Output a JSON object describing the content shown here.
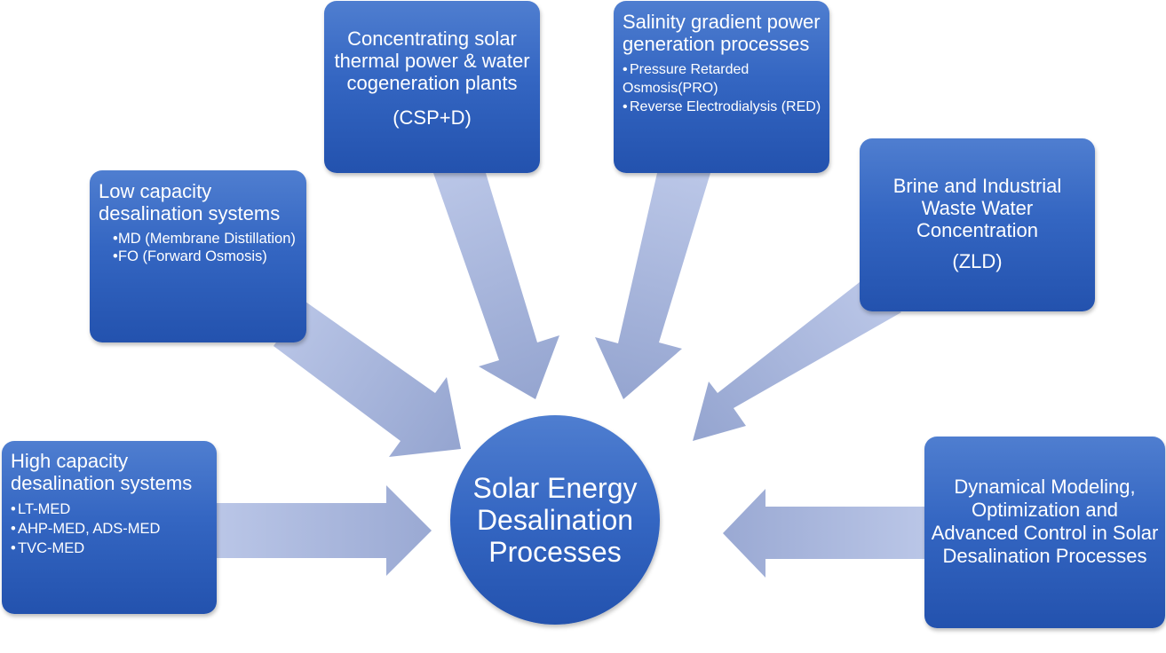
{
  "diagram": {
    "center": {
      "label": "Solar Energy Desalination Processes"
    },
    "boxes": {
      "high_capacity": {
        "title": "High capacity desalination systems",
        "items": [
          "LT-MED",
          "AHP-MED, ADS-MED",
          "TVC-MED"
        ]
      },
      "low_capacity": {
        "title": "Low capacity desalination systems",
        "items": [
          "MD (Membrane Distillation)",
          "FO (Forward Osmosis)"
        ]
      },
      "csp": {
        "title": "Concentrating solar thermal power & water cogeneration plants",
        "subtitle": "(CSP+D)"
      },
      "salinity": {
        "title": "Salinity gradient power generation processes",
        "items": [
          "Pressure Retarded Osmosis(PRO)",
          "Reverse Electrodialysis (RED)"
        ]
      },
      "brine": {
        "title": "Brine and Industrial Waste Water Concentration",
        "subtitle": "(ZLD)"
      },
      "dynamical": {
        "title": "Dynamical Modeling, Optimization and Advanced Control in Solar Desalination Processes"
      }
    },
    "colors": {
      "box_fill": "#3466c2",
      "box_fill_light": "#4f7ed0",
      "box_fill_dark": "#2352ae",
      "arrow_light": "#b7c3e6",
      "arrow_dark": "#8d9dcb",
      "text": "#ffffff"
    }
  }
}
